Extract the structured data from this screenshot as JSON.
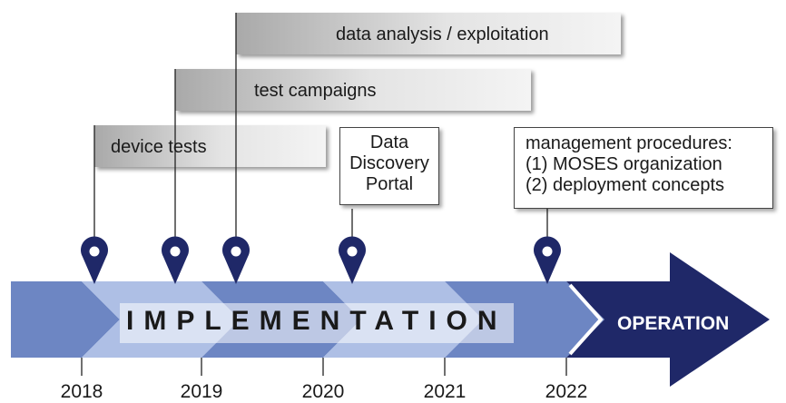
{
  "bars": [
    {
      "label": "data analysis / exploitation"
    },
    {
      "label": "test campaigns"
    },
    {
      "label": "device tests"
    }
  ],
  "callouts": {
    "portal": [
      "Data",
      "Discovery",
      "Portal"
    ],
    "management": [
      "management procedures:",
      "(1) MOSES organization",
      "(2) deployment concepts"
    ]
  },
  "timeline": {
    "phase_implementation": "IMPLEMENTATION",
    "phase_operation": "OPERATION",
    "years": [
      "2018",
      "2019",
      "2020",
      "2021",
      "2022"
    ]
  },
  "colors": {
    "dark_navy": "#1f2868",
    "mid_blue": "#6d86c3",
    "light_blue": "#aebfe5",
    "marker": "#1f2868"
  }
}
